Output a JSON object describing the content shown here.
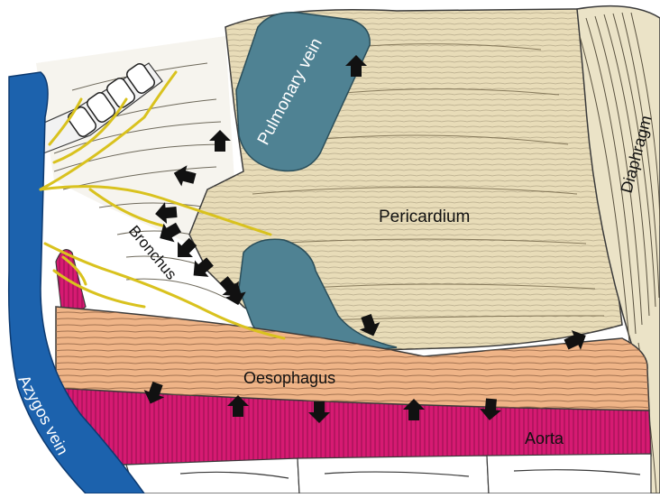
{
  "labels": {
    "pulmonary_vein": "Pulmonary vein",
    "pericardium": "Pericardium",
    "diaphragm": "Diaphragm",
    "bronchus": "Bronchus",
    "oesophagus": "Oesophagus",
    "aorta": "Aorta",
    "azygos_vein": "Azygos vein"
  },
  "colors": {
    "pericardium": "#e8dcb8",
    "pulmonary_vein": "#4f8293",
    "azygos_vein": "#1c62ad",
    "oesophagus": "#efb487",
    "aorta": "#d61a72",
    "nerve": "#d9c21e",
    "arrow": "#111111",
    "outline": "#3a3a3a"
  },
  "arrows": {
    "count": 16,
    "icon": "block-arrow-icon"
  }
}
